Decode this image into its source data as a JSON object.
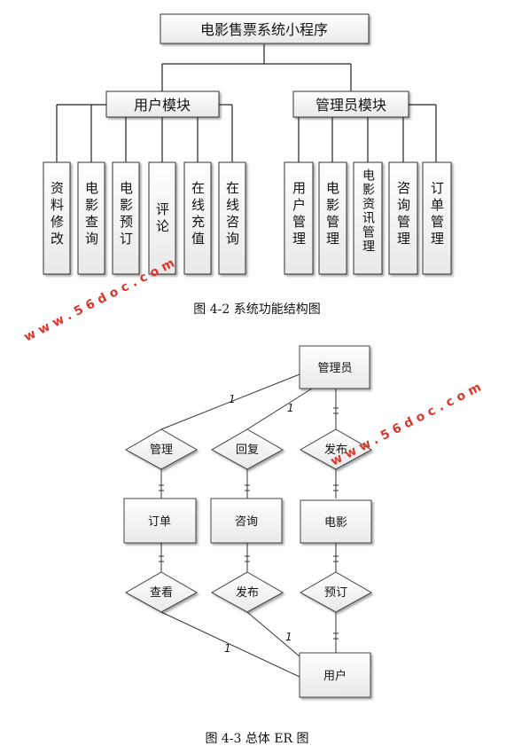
{
  "fig1": {
    "root": "电影售票系统小程序",
    "groups": [
      {
        "label": "用户模块",
        "leaves": [
          "资料修改",
          "电影查询",
          "电影预订",
          "评论",
          "在线充值",
          "在线咨询"
        ]
      },
      {
        "label": "管理员模块",
        "leaves": [
          "用户管理",
          "电影管理",
          "电影资讯管理",
          "咨询管理",
          "订单管理"
        ]
      }
    ],
    "caption": "图 4-2  系统功能结构图"
  },
  "fig2": {
    "entities": {
      "admin": "管理员",
      "order": "订单",
      "consult": "咨询",
      "movie": "电影",
      "user": "用户"
    },
    "relations": {
      "manage": "管理",
      "reply": "回复",
      "publish_admin": "发布",
      "view": "查看",
      "publish_user": "发布",
      "reserve": "预订"
    },
    "cardinality_one": "1",
    "caption": "图 4-3  总体 ER 图"
  },
  "watermark": "www.56doc.com"
}
